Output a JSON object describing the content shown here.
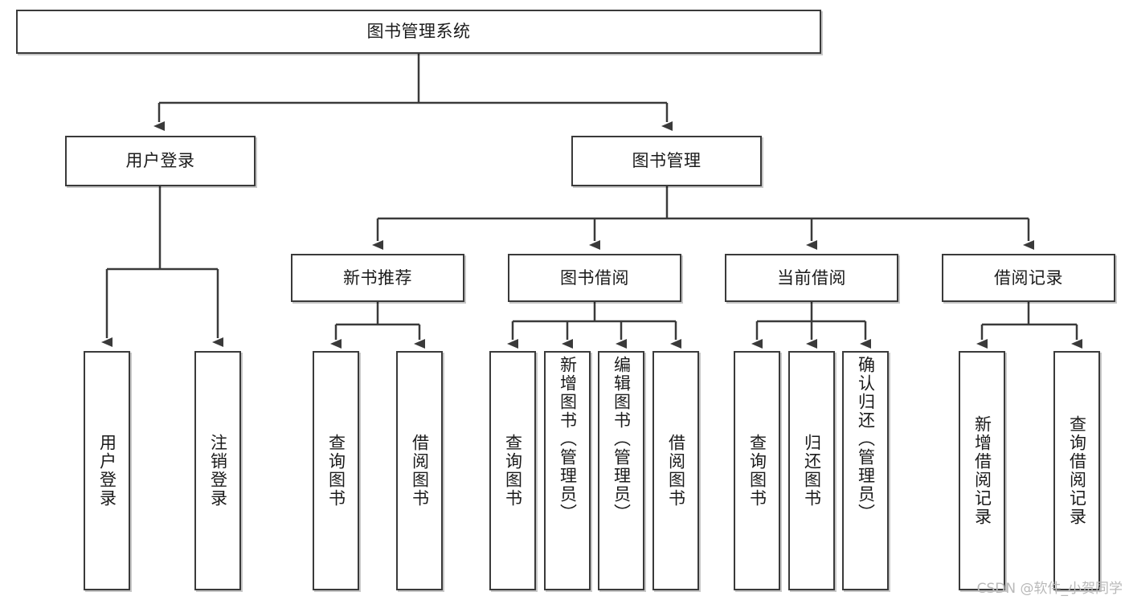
{
  "diagram": {
    "title": "图书管理系统",
    "type": "tree-hierarchy-diagram",
    "root": {
      "label": "图书管理系统"
    },
    "level2": [
      {
        "label": "用户登录"
      },
      {
        "label": "图书管理"
      }
    ],
    "level3": [
      {
        "label": "新书推荐"
      },
      {
        "label": "图书借阅"
      },
      {
        "label": "当前借阅"
      },
      {
        "label": "借阅记录"
      }
    ],
    "leaves": {
      "user_login": [
        {
          "label": "用户登录"
        },
        {
          "label": "注销登录"
        }
      ],
      "new_book_recommend": [
        {
          "label": "查询图书"
        },
        {
          "label": "借阅图书"
        }
      ],
      "book_borrow": [
        {
          "label": "查询图书"
        },
        {
          "label": "新增图书（管理员）"
        },
        {
          "label": "编辑图书（管理员）"
        },
        {
          "label": "借阅图书"
        }
      ],
      "current_borrow": [
        {
          "label": "查询图书"
        },
        {
          "label": "归还图书"
        },
        {
          "label": "确认归还（管理员）"
        }
      ],
      "borrow_records": [
        {
          "label": "新增借阅记录"
        },
        {
          "label": "查询借阅记录"
        }
      ]
    }
  },
  "watermark": {
    "text": "CSDN @软件_小贺同学"
  },
  "colors": {
    "stroke": "#3a3a3a",
    "text": "#1b1b1b",
    "background": "#ffffff",
    "watermark": "#b9b9b9"
  }
}
